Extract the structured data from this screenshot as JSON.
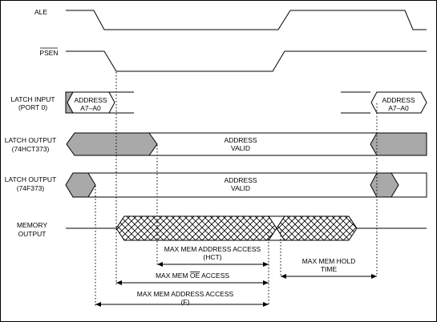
{
  "signals": {
    "ale": "ALE",
    "psen": "PSEN",
    "latch_input": [
      "LATCH INPUT",
      "(PORT 0)"
    ],
    "latch_output_hct": [
      "LATCH OUTPUT",
      "(74HCT373)"
    ],
    "latch_output_f": [
      "LATCH OUTPUT",
      "(74F373)"
    ],
    "memory_output": [
      "MEMORY",
      "OUTPUT"
    ]
  },
  "bus_labels": {
    "address_a7_a0_left": [
      "ADDRESS",
      "A7–A0"
    ],
    "address_a7_a0_right": [
      "ADDRESS",
      "A7–A0"
    ],
    "address_valid_hct": [
      "ADDRESS",
      "VALID"
    ],
    "address_valid_f": [
      "ADDRESS",
      "VALID"
    ]
  },
  "timing_labels": {
    "max_mem_address_access_hct": [
      "MAX MEM ADDRESS ACCESS",
      "(HCT)"
    ],
    "max_mem_hold_time": [
      "MAX MEM HOLD",
      "TIME"
    ],
    "max_mem_oe_access": [
      "MAX MEM ",
      "OE",
      " ACCESS"
    ],
    "max_mem_address_access_f": [
      "MAX MEM ADDRESS ACCESS",
      "(F)"
    ]
  }
}
